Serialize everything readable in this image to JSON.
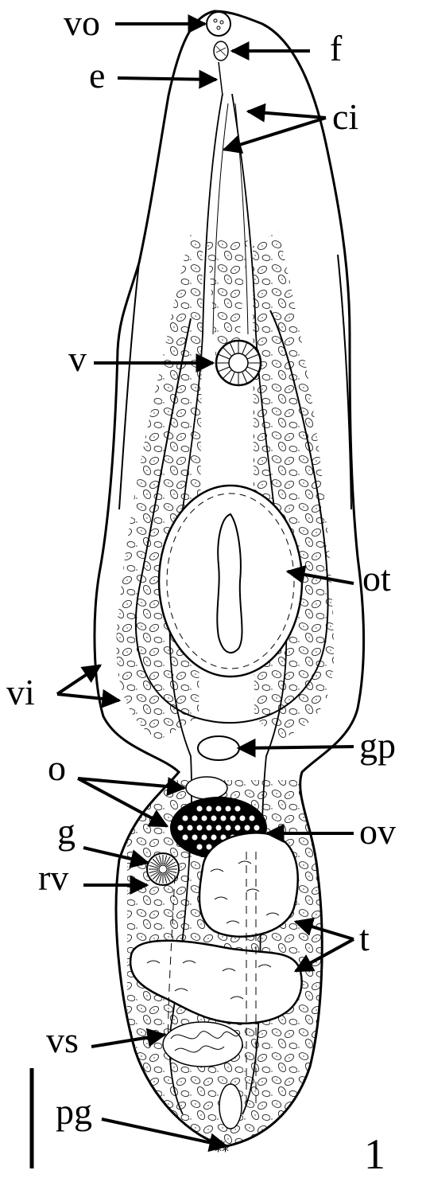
{
  "labels": {
    "vo": "vo",
    "f": "f",
    "e": "e",
    "ci": "ci",
    "v": "v",
    "ot": "ot",
    "vi": "vi",
    "gp": "gp",
    "o": "o",
    "ov": "ov",
    "g": "g",
    "rv": "rv",
    "t": "t",
    "vs": "vs",
    "pg": "pg"
  },
  "figure_number": "1"
}
